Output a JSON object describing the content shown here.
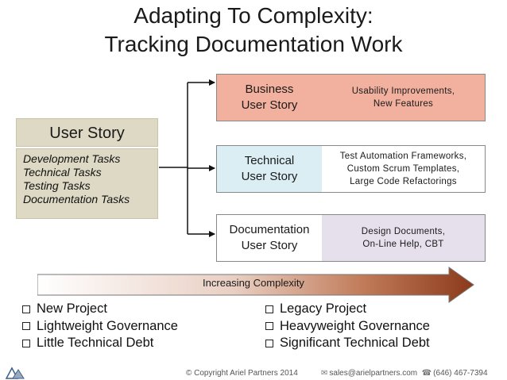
{
  "title": {
    "line1": "Adapting To Complexity:",
    "line2": "Tracking Documentation Work"
  },
  "user_story": {
    "header": "User Story",
    "tasks": [
      "Development Tasks",
      "Technical Tasks",
      "Testing Tasks",
      "Documentation Tasks"
    ]
  },
  "stories": {
    "business": {
      "name_line1": "Business",
      "name_line2": "User Story",
      "desc_line1": "Usability Improvements,",
      "desc_line2": "New Features"
    },
    "technical": {
      "name_line1": "Technical",
      "name_line2": "User Story",
      "desc_line1": "Test Automation Frameworks,",
      "desc_line2": "Custom Scrum Templates,",
      "desc_line3": "Large Code Refactorings"
    },
    "documentation": {
      "name_line1": "Documentation",
      "name_line2": "User Story",
      "desc_line1": "Design Documents,",
      "desc_line2": "On-Line Help, CBT"
    }
  },
  "complexity_label": "Increasing Complexity",
  "left_list": [
    "New Project",
    "Lightweight Governance",
    "Little Technical Debt"
  ],
  "right_list": [
    "Legacy Project",
    "Heavyweight Governance",
    "Significant Technical Debt"
  ],
  "footer": {
    "copyright": "© Copyright Ariel Partners 2014",
    "email": "sales@arielpartners.com",
    "phone": "(646) 467-7394"
  },
  "colors": {
    "business": "#f2b09e",
    "technical": "#daeef3",
    "documentation": "#e6e0ec",
    "user_story": "#ddd9c4",
    "arrow_start": "#ffffff",
    "arrow_end": "#8b3a1a"
  },
  "icons": [
    "checkbox-icon",
    "envelope-icon",
    "phone-icon",
    "ariel-logo"
  ]
}
